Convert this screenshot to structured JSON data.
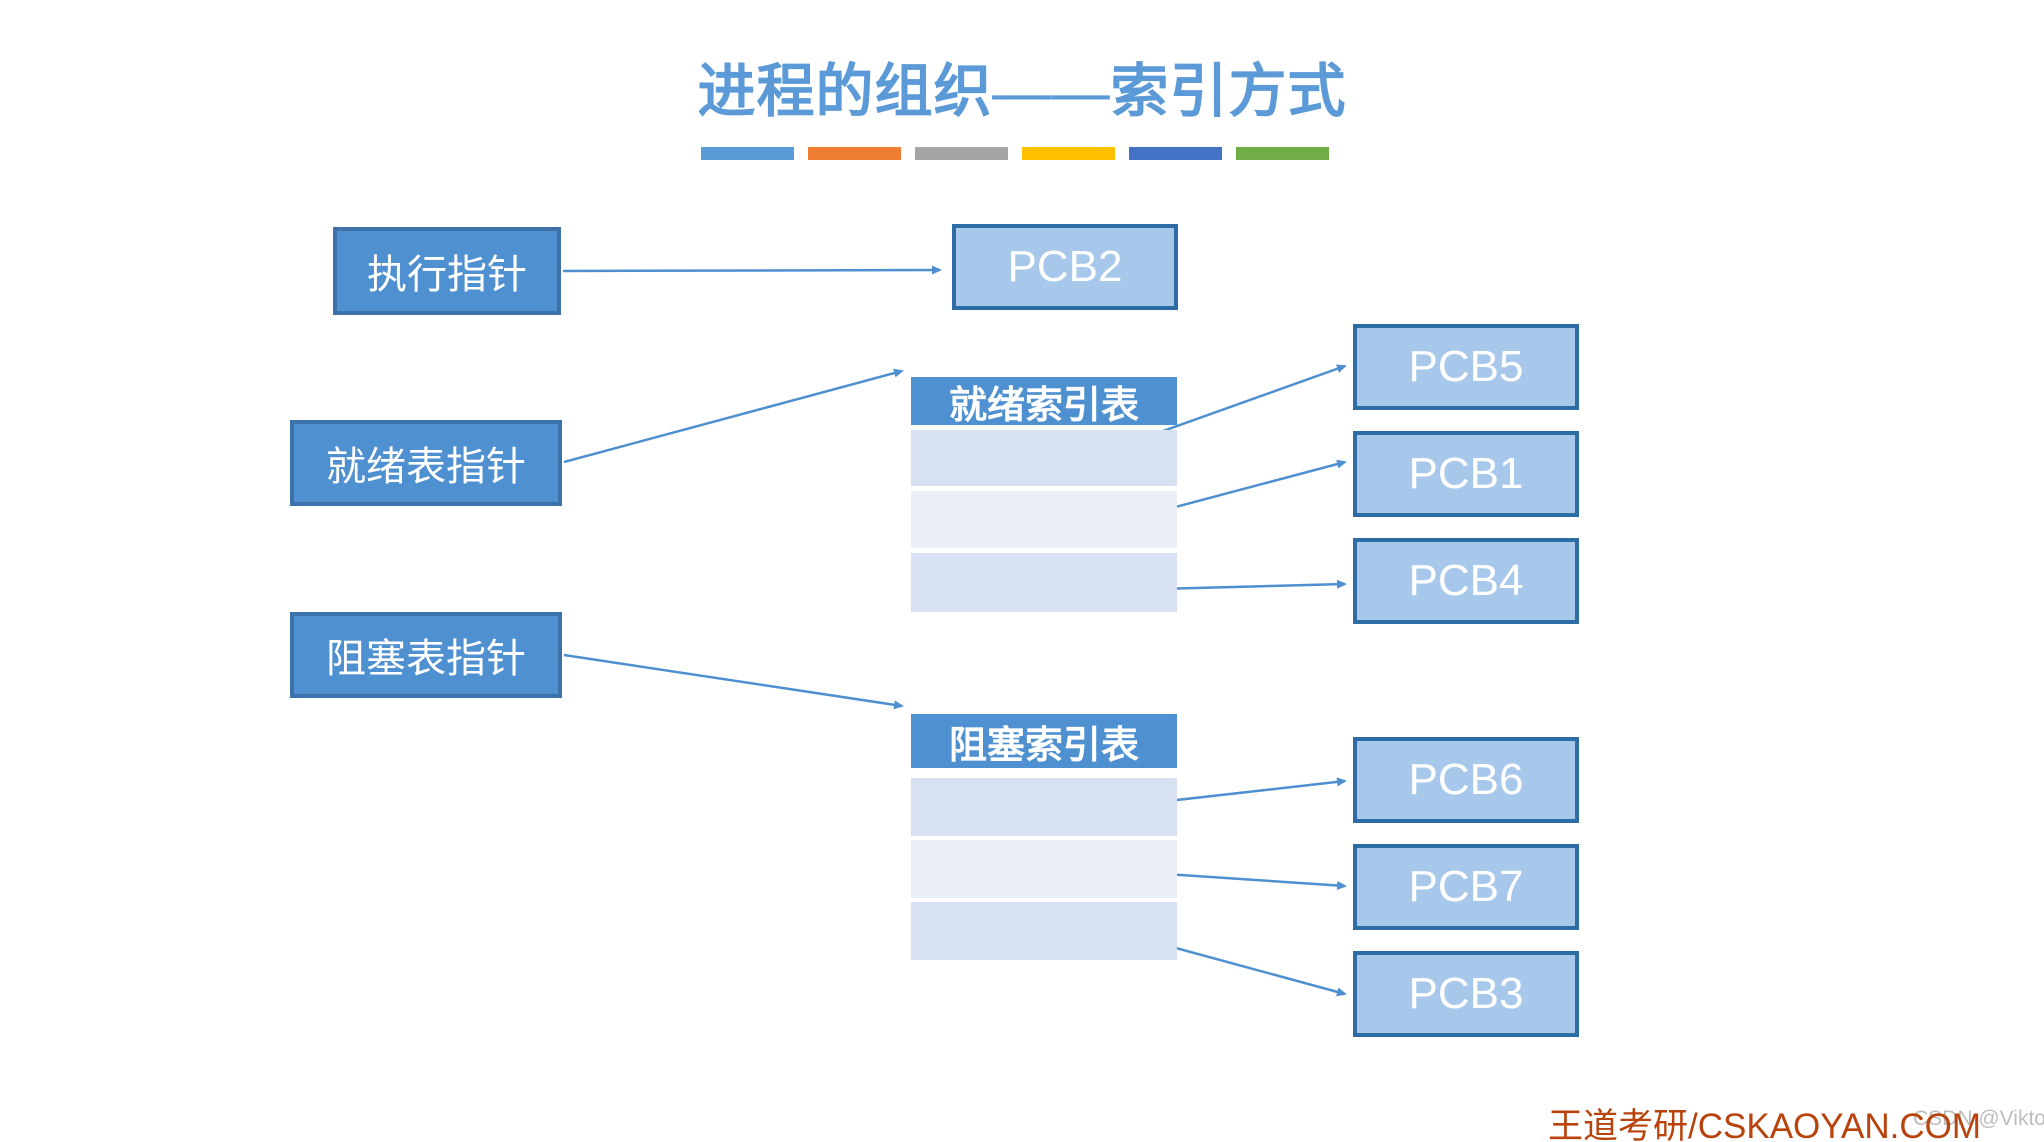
{
  "title": {
    "text": "进程的组织——索引方式"
  },
  "accent_bars": {
    "colors": [
      "#5b9bd5",
      "#ed7d31",
      "#a5a5a5",
      "#ffc000",
      "#4472c4",
      "#70ad47"
    ]
  },
  "pointers": [
    {
      "label": "执行指针"
    },
    {
      "label": "就绪表指针"
    },
    {
      "label": "阻塞表指针"
    }
  ],
  "pcbs": [
    {
      "label": "PCB2"
    },
    {
      "label": "PCB5"
    },
    {
      "label": "PCB1"
    },
    {
      "label": "PCB4"
    },
    {
      "label": "PCB6"
    },
    {
      "label": "PCB7"
    },
    {
      "label": "PCB3"
    }
  ],
  "tables": [
    {
      "header": "就绪索引表",
      "rows": [
        "",
        "",
        ""
      ]
    },
    {
      "header": "阻塞索引表",
      "rows": [
        "",
        "",
        ""
      ]
    }
  ],
  "watermarks": {
    "brand": "王道考研/CSKAOYAN.COM",
    "csdn": "CSDN @Viktoriae"
  },
  "colors": {
    "title_text": "#5b9ad7",
    "pointer_fill": "#4f90d0",
    "pointer_border": "#3c72a8",
    "pcb_fill": "#a7c8ea",
    "pcb_border": "#2e6da4",
    "table_header_fill": "#4f90d0",
    "row_fill_dark": "#d7e1f1",
    "row_fill_light": "#ebf0f8",
    "arrow": "#4e8fd0",
    "brand_red": "#b8430d",
    "csdn_gray": "#bdbdbd"
  }
}
